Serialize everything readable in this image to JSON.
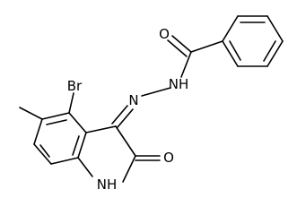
{
  "molecule": {
    "atom_labels": {
      "oxygen_amide": "O",
      "nh_hydrazone": "NH",
      "n_hydrazone": "N",
      "bromine": "Br",
      "oxygen_lactam": "O",
      "nh_ring": "NH"
    }
  }
}
